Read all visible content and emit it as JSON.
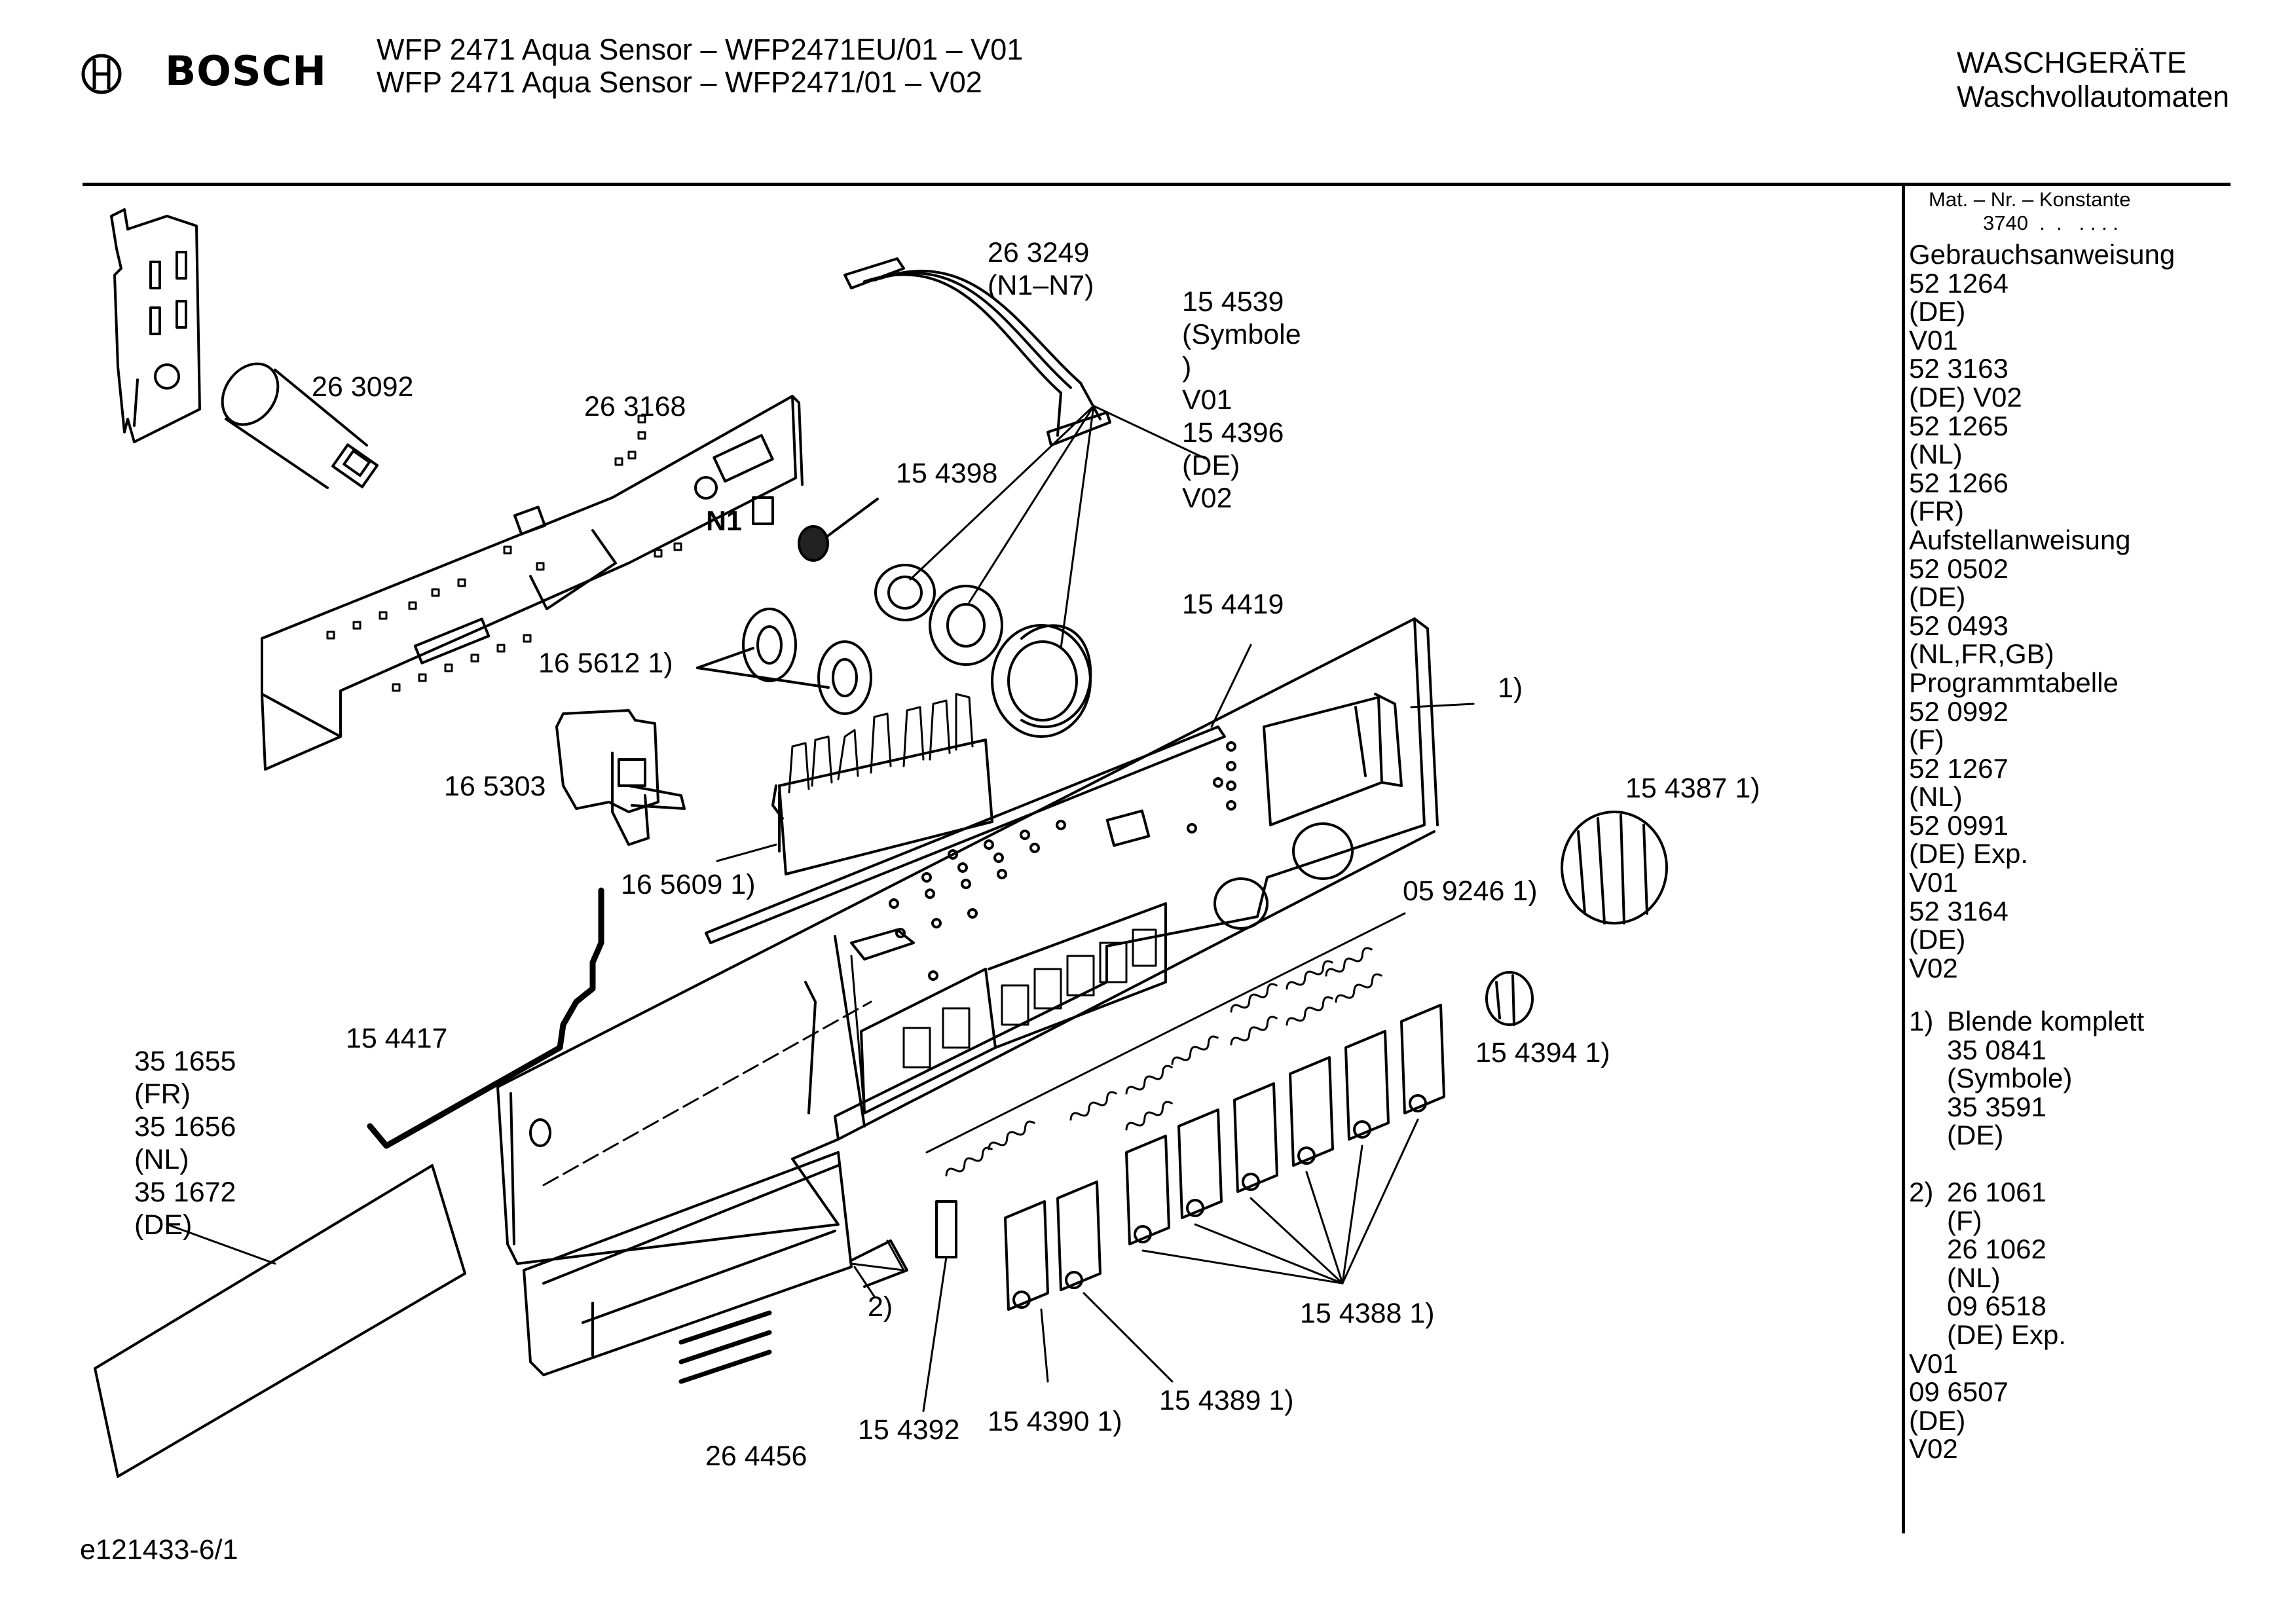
{
  "header": {
    "brand": "BOSCH",
    "model_lines": [
      "WFP 2471 Aqua Sensor – WFP2471EU/01 – V01",
      "WFP 2471 Aqua Sensor – WFP2471/01 – V02"
    ],
    "category": "WASCHGERÄTE",
    "subcategory": "Waschvollautomaten"
  },
  "footer": {
    "drawing_id": "e121433-6/1"
  },
  "diagram": {
    "parts": [
      {
        "id": "p263092",
        "lines": [
          "26 3092"
        ]
      },
      {
        "id": "p263168",
        "lines": [
          "26 3168"
        ]
      },
      {
        "id": "pN1",
        "lines": [
          "N1"
        ]
      },
      {
        "id": "p263249",
        "lines": [
          "26 3249",
          "(N1–N7)"
        ]
      },
      {
        "id": "p154398",
        "lines": [
          "15 4398"
        ]
      },
      {
        "id": "p154539",
        "lines": [
          "15 4539",
          "(Symbole",
          ")",
          "V01",
          "15 4396",
          "(DE)",
          "V02"
        ]
      },
      {
        "id": "p154419",
        "lines": [
          "15 4419"
        ]
      },
      {
        "id": "p165612",
        "lines": [
          "16 5612 1)"
        ]
      },
      {
        "id": "p1",
        "lines": [
          "1)"
        ]
      },
      {
        "id": "p165303",
        "lines": [
          "16 5303"
        ]
      },
      {
        "id": "p154387",
        "lines": [
          "15 4387 1)"
        ]
      },
      {
        "id": "p165609",
        "lines": [
          "16 5609 1)"
        ]
      },
      {
        "id": "p059246",
        "lines": [
          "05 9246 1)"
        ]
      },
      {
        "id": "p154417",
        "lines": [
          "15 4417"
        ]
      },
      {
        "id": "p351655",
        "lines": [
          "35 1655",
          "(FR)",
          "35 1656",
          "(NL)",
          "35 1672",
          "(DE)"
        ]
      },
      {
        "id": "p154394",
        "lines": [
          "15 4394 1)"
        ]
      },
      {
        "id": "p2",
        "lines": [
          "2)"
        ]
      },
      {
        "id": "p154388",
        "lines": [
          "15 4388 1)"
        ]
      },
      {
        "id": "p154389",
        "lines": [
          "15 4389 1)"
        ]
      },
      {
        "id": "p154390",
        "lines": [
          "15 4390 1)"
        ]
      },
      {
        "id": "p154392",
        "lines": [
          "15 4392"
        ]
      },
      {
        "id": "p264456",
        "lines": [
          "26 4456"
        ]
      }
    ]
  },
  "sidebar": {
    "mat_header": "Mat. – Nr. – Konstante",
    "mat_value": "3740",
    "lines": [
      "Gebrauchsanweisung",
      "52 1264",
      "(DE)",
      "V01",
      "52 3163",
      "(DE) V02",
      "52 1265",
      "(NL)",
      "52 1266",
      "(FR)",
      "Aufstellanweisung",
      "52 0502",
      "(DE)",
      "52 0493",
      "(NL,FR,GB)",
      "Programmtabelle",
      "52 0992",
      "(F)",
      "52 1267",
      "(NL)",
      "52 0991",
      "(DE) Exp.",
      "V01",
      "52 3164",
      "(DE)",
      "V02"
    ],
    "notes": [
      {
        "num": "1)",
        "lines": [
          "Blende komplett",
          "35 0841",
          "(Symbole)",
          "35 3591",
          "(DE)"
        ]
      },
      {
        "num": "2)",
        "lines": [
          "26 1061",
          "(F)",
          "26 1062",
          "(NL)",
          "09 6518",
          "(DE) Exp."
        ]
      }
    ],
    "tail_lines": [
      "V01",
      "09 6507",
      "(DE)",
      "V02"
    ]
  }
}
